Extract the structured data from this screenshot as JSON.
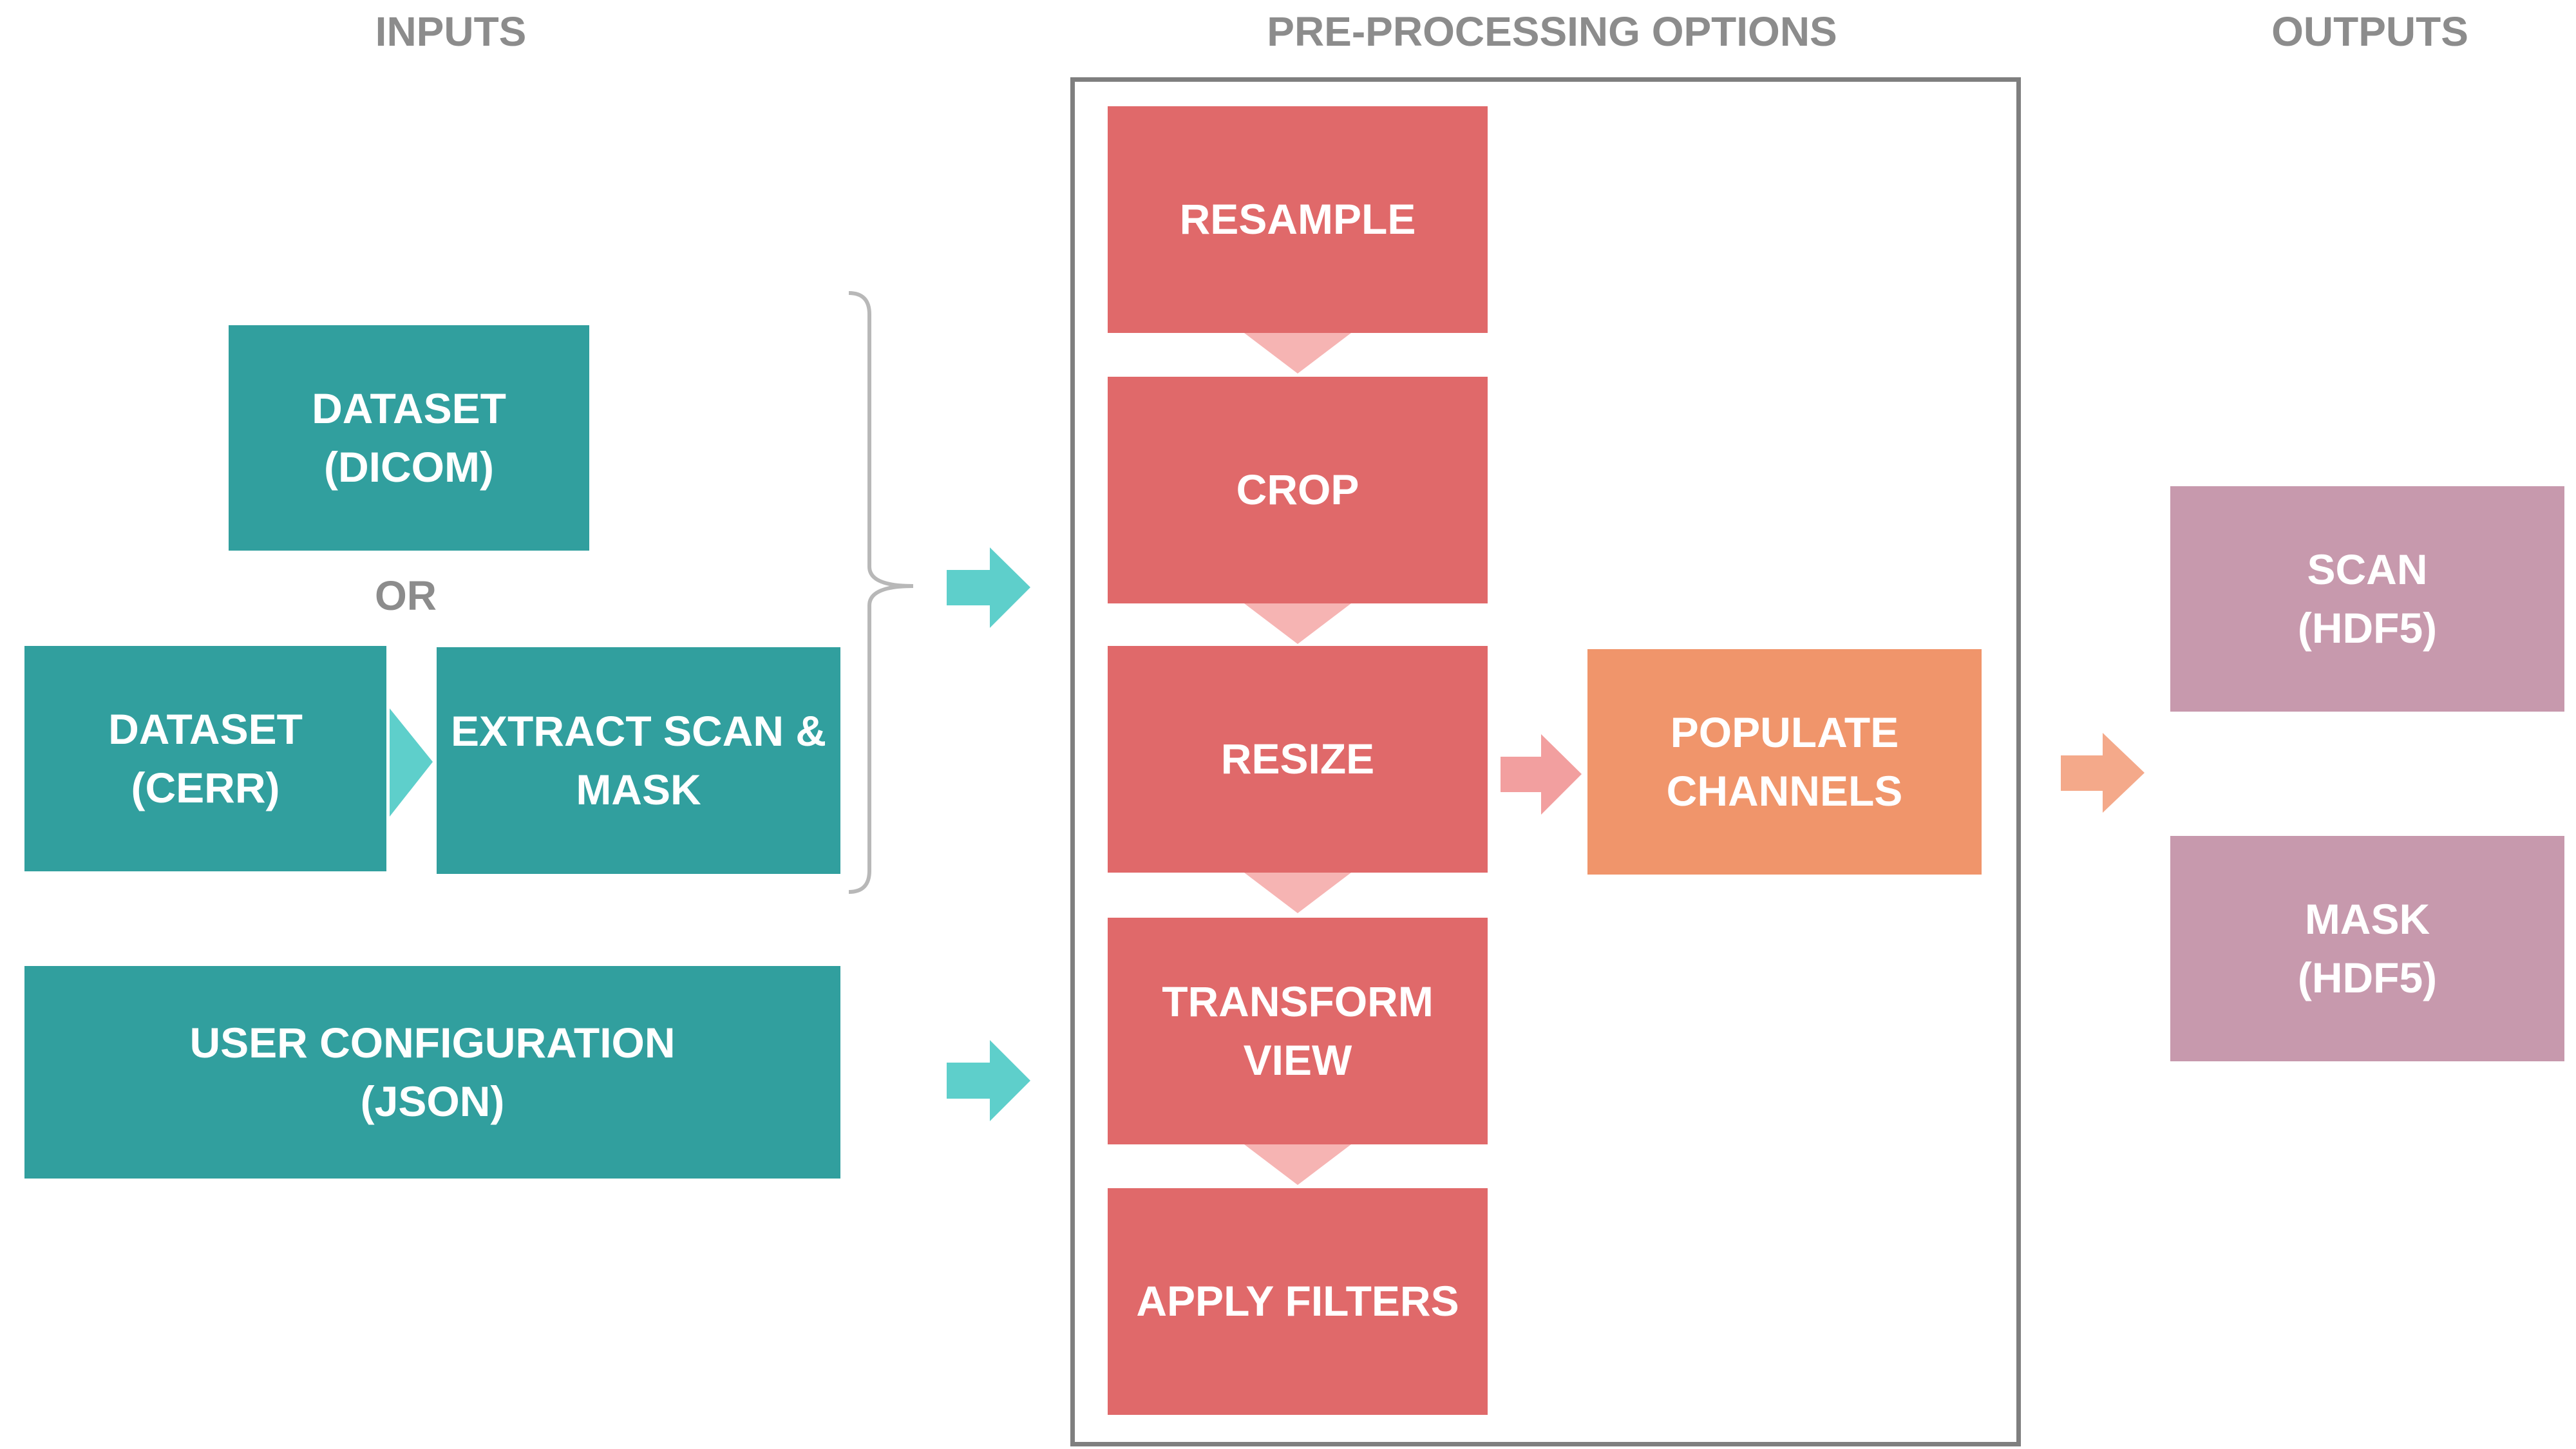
{
  "headers": {
    "inputs": "INPUTS",
    "preprocessing": "PRE-PROCESSING OPTIONS",
    "outputs": "OUTPUTS"
  },
  "inputs": {
    "dicom": {
      "line1": "DATASET",
      "line2": "(DICOM)"
    },
    "or_label": "OR",
    "cerr": {
      "line1": "DATASET",
      "line2": "(CERR)"
    },
    "extract": {
      "line1": "EXTRACT SCAN &",
      "line2": "MASK"
    },
    "config": {
      "line1": "USER CONFIGURATION",
      "line2": "(JSON)"
    }
  },
  "preprocessing": {
    "resample": "RESAMPLE",
    "crop": "CROP",
    "resize": "RESIZE",
    "transform": {
      "line1": "TRANSFORM",
      "line2": "VIEW"
    },
    "filters": "APPLY FILTERS",
    "populate": {
      "line1": "POPULATE",
      "line2": "CHANNELS"
    }
  },
  "outputs": {
    "scan": {
      "line1": "SCAN",
      "line2": "(HDF5)"
    },
    "mask": {
      "line1": "MASK",
      "line2": "(HDF5)"
    }
  },
  "colors": {
    "input_box": "#319f9e",
    "input_arrow": "#5ecfcb",
    "step_box": "#e0696a",
    "step_connector": "#f6b4b3",
    "populate_box": "#f0956b",
    "populate_arrow": "#f29f9f",
    "output_arrow": "#f4a98a",
    "output_box": "#c799ad",
    "header_text": "#8c8c8c",
    "frame": "#7f7f7f"
  }
}
